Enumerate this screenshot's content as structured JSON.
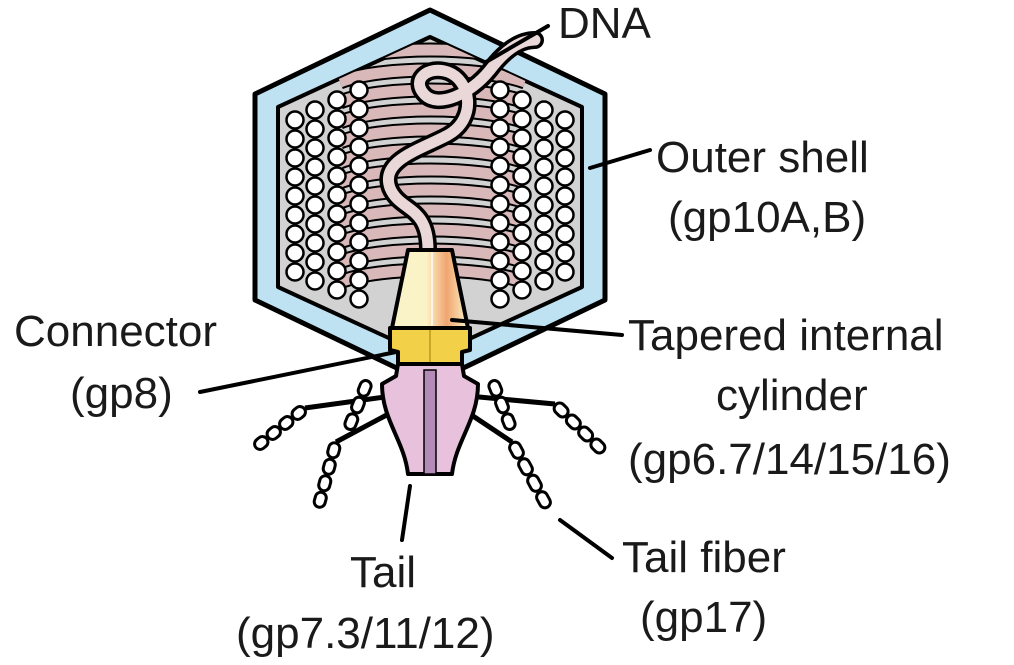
{
  "labels": {
    "dna": "DNA",
    "outer_shell": {
      "line1": "Outer shell",
      "line2": "(gp10A,B)"
    },
    "connector": {
      "line1": "Connector",
      "line2": "(gp8)"
    },
    "tapered_cylinder": {
      "line1": "Tapered internal",
      "line2": "cylinder",
      "line3": "(gp6.7/14/15/16)"
    },
    "tail": {
      "line1": "Tail",
      "line2": "(gp7.3/11/12)"
    },
    "tail_fiber": {
      "line1": "Tail fiber",
      "line2": "(gp17)"
    }
  },
  "colors": {
    "shell_outer": "#bfe2f2",
    "shell_inner": "#d2d2d2",
    "dna_strands": "#d8b8b8",
    "dna_tube": "#ead8d8",
    "cylinder_light": "#fbf3c8",
    "cylinder_accent": "#f1a570",
    "connector": "#f2d048",
    "tail": "#e8c2dc",
    "tail_stripe": "#b48ab8",
    "outline": "#000000"
  }
}
